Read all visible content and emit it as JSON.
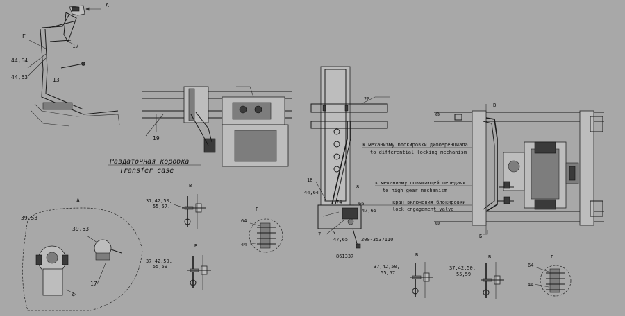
{
  "labels": {
    "view_a_arrow": "А",
    "g_top": "Г",
    "p17": "17",
    "p44_64": "44,64",
    "p44_63": "44,63",
    "p13": "13",
    "p19": "19",
    "transfer_ru": "Раздаточная коробка",
    "transfer_en": "Transfer case",
    "view_a": "А",
    "p39_53_left": "39.53",
    "p39_53": "39,53",
    "p4": "4",
    "p17b": "17",
    "view_v1": "В",
    "v1_parts_a": "37,42,50,",
    "v1_parts_b": "55,57.",
    "view_v2": "В",
    "v2_parts_a": "37,42,50,",
    "v2_parts_b": "55,59",
    "view_g1": "Г",
    "g1_64": "64",
    "g1_44": "44",
    "p20": "20",
    "p18": "18",
    "p44_64b": "44,64",
    "p8": "8",
    "p74": "74",
    "p66": "66",
    "p47_65": "47,65",
    "p7": "7",
    "p15": "15",
    "p47_65b": "47,65",
    "p200": "200-3537110",
    "p861337": "861337",
    "diff_ru": "к механизму блокировки дифференциала",
    "diff_en": "to differential locking mechanism",
    "high_ru": "к механизму повышающей передачи",
    "high_en": "to high gear mechanism",
    "valve_ru": "кран включения блокировки",
    "valve_en": "lock engagement valve",
    "view_b_top": "В",
    "view_b_bottom": "Б",
    "view_v3": "В",
    "v3_parts_a": "37,42,50,",
    "v3_parts_b": "55,57",
    "view_v4": "В",
    "v4_parts_a": "37,42,50,",
    "v4_parts_b": "55,59",
    "view_g2": "Г",
    "g2_64": "64",
    "g2_44": "44"
  },
  "colors": {
    "background": "#a8a8a8",
    "ink": "#111111"
  }
}
